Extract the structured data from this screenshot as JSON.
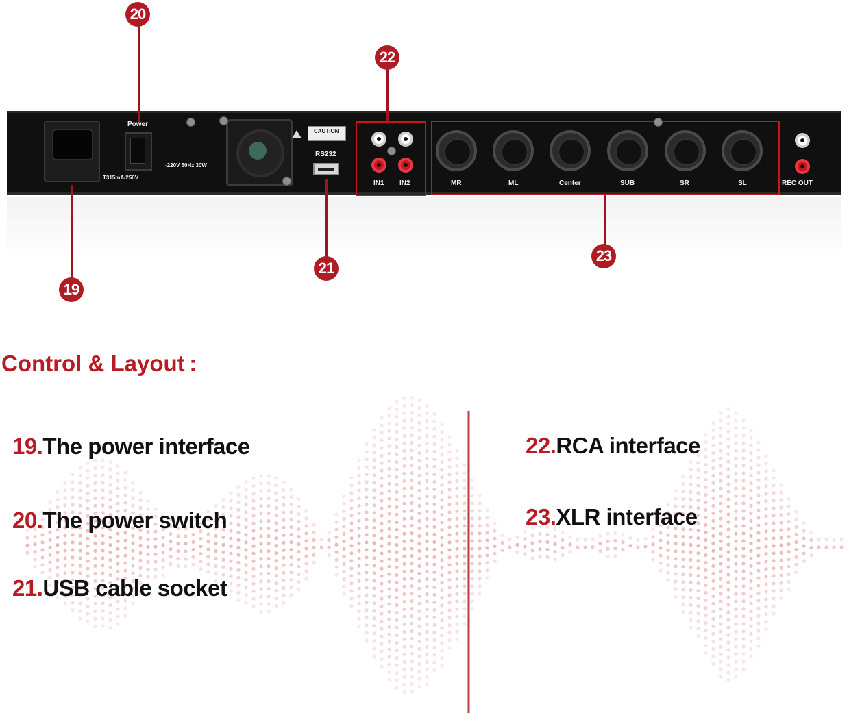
{
  "device": {
    "power_label": "Power",
    "fuse_label": "T315mA/250V",
    "voltage_label": "-220V  50Hz  30W",
    "caution_label": "CAUTION",
    "rs232_label": "RS232",
    "rca_labels": [
      "IN1",
      "IN2"
    ],
    "xlr_labels": [
      "MR",
      "ML",
      "Center",
      "SUB",
      "SR",
      "SL"
    ],
    "rec_out_label": "REC OUT"
  },
  "badges": {
    "b19": "19",
    "b20": "20",
    "b21": "21",
    "b22": "22",
    "b23": "23"
  },
  "heading": "Control & Layout :",
  "items": [
    {
      "num": "19.",
      "text": "The power interface"
    },
    {
      "num": "20.",
      "text": "The power switch"
    },
    {
      "num": "21.",
      "text": "USB cable socket"
    },
    {
      "num": "22.",
      "text": "RCA interface"
    },
    {
      "num": "23.",
      "text": "XLR interface"
    }
  ],
  "colors": {
    "accent": "#b71c24",
    "panel": "#101010",
    "dots": "#e9a4a8"
  }
}
